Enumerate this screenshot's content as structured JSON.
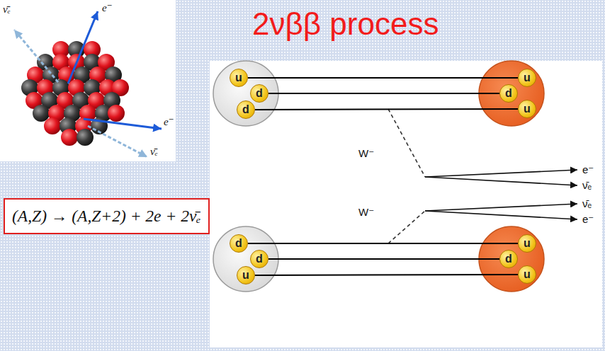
{
  "diagram": {
    "title": "2νββ process",
    "nodes": [
      {
        "text": [
          "(A,Z) → (A,Z+2) + 2e + 2ν̄ₑ"
        ]
      },
      {
        "text": [
          "u"
        ]
      },
      {
        "text": [
          "d"
        ]
      },
      {
        "text": [
          "d"
        ]
      },
      {
        "text": [
          "u"
        ]
      },
      {
        "text": [
          "d"
        ]
      },
      {
        "text": [
          "u"
        ]
      },
      {
        "text": [
          "d"
        ]
      },
      {
        "text": [
          "d"
        ]
      },
      {
        "text": [
          "u"
        ]
      },
      {
        "text": [
          "u"
        ]
      },
      {
        "text": [
          "d"
        ]
      },
      {
        "text": [
          "u"
        ]
      }
    ],
    "edges": [
      {
        "from": 1,
        "to": 4,
        "arrow": "none"
      },
      {
        "from": 2,
        "to": 5,
        "arrow": "none"
      },
      {
        "from": 3,
        "to": 6,
        "arrow": "none"
      },
      {
        "from": 7,
        "to": 10,
        "arrow": "none"
      },
      {
        "from": 8,
        "to": 11,
        "arrow": "none"
      },
      {
        "from": 9,
        "to": 12,
        "arrow": "none"
      }
    ],
    "labels": [
      "ν̄ₑ",
      "e⁻",
      "e⁻",
      "ν̄ₑ",
      "W⁻",
      "e⁻",
      "ν̄ₑ",
      "ν̄ₑ",
      "e⁻",
      "W⁻"
    ]
  }
}
